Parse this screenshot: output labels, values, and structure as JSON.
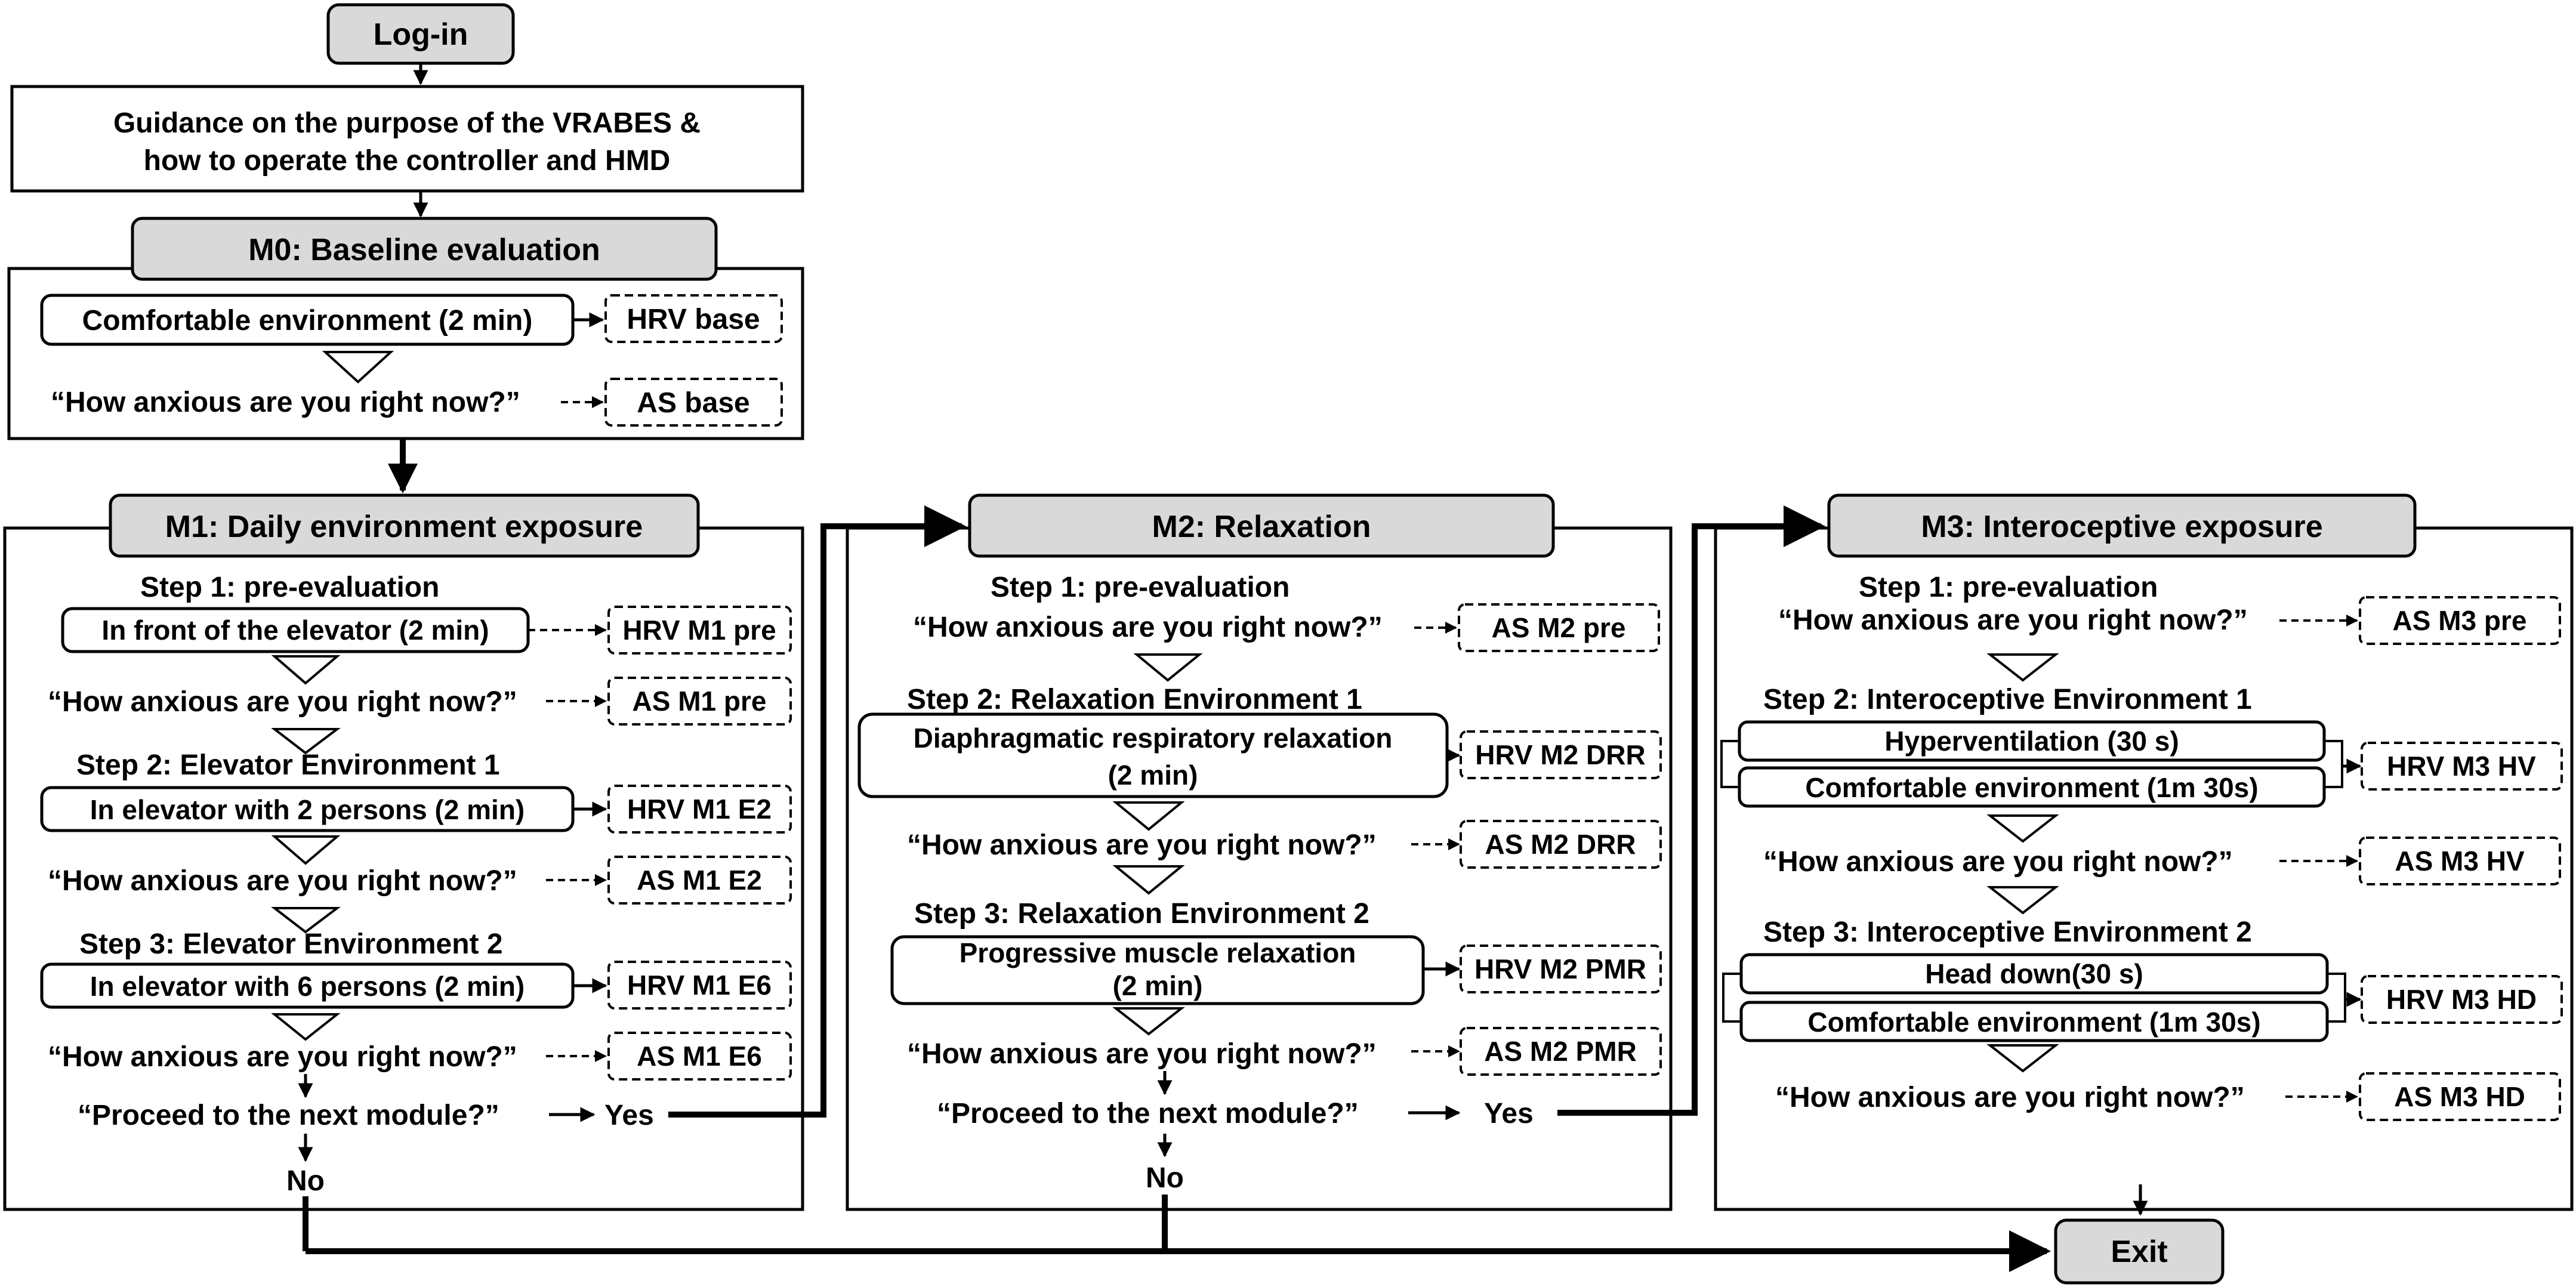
{
  "login": "Log-in",
  "guidance": {
    "line1": "Guidance on the purpose of the VRABES &",
    "line2": "how to operate the controller and HMD"
  },
  "m0": {
    "title": "M0: Baseline evaluation",
    "env": "Comfortable environment (2 min)",
    "hrv": "HRV base",
    "question": "“How anxious are you right now?”",
    "as": "AS base"
  },
  "m1": {
    "title": "M1: Daily environment exposure",
    "step1": "Step 1: pre-evaluation",
    "env1": "In front of the elevator (2 min)",
    "hrv1": "HRV M1 pre",
    "q1": "“How anxious are you right now?”",
    "as1": "AS M1 pre",
    "step2": "Step 2: Elevator Environment 1",
    "env2": "In elevator with 2 persons (2 min)",
    "hrv2": "HRV M1 E2",
    "q2": "“How anxious are you right now?”",
    "as2": "AS M1 E2",
    "step3": "Step 3: Elevator Environment 2",
    "env3": "In elevator with 6 persons (2 min)",
    "hrv3": "HRV M1 E6",
    "q3": "“How anxious are you right now?”",
    "as3": "AS M1 E6",
    "proceed": "“Proceed to the next module?”",
    "yes": "Yes",
    "no": "No"
  },
  "m2": {
    "title": "M2: Relaxation",
    "step1": "Step 1: pre-evaluation",
    "q1": "“How anxious are you right now?”",
    "as1": "AS M2 pre",
    "step2": "Step 2: Relaxation Environment 1",
    "env2_line1": "Diaphragmatic respiratory relaxation",
    "env2_line2": "(2 min)",
    "hrv2": "HRV M2 DRR",
    "q2": "“How anxious are you right now?”",
    "as2": "AS M2 DRR",
    "step3": "Step 3: Relaxation Environment 2",
    "env3_line1": "Progressive muscle relaxation",
    "env3_line2": "(2 min)",
    "hrv3": "HRV M2 PMR",
    "q3": "“How anxious are you right now?”",
    "as3": "AS M2 PMR",
    "proceed": "“Proceed to the next module?”",
    "yes": "Yes",
    "no": "No"
  },
  "m3": {
    "title": "M3: Interoceptive exposure",
    "step1": "Step 1: pre-evaluation",
    "q1": "“How anxious are you right now?”",
    "as1": "AS M3 pre",
    "step2": "Step 2: Interoceptive Environment 1",
    "env2a": "Hyperventilation (30 s)",
    "env2b": "Comfortable environment (1m 30s)",
    "hrv2": "HRV M3 HV",
    "q2": "“How anxious are you right now?”",
    "as2": "AS M3 HV",
    "step3": "Step 3: Interoceptive Environment 2",
    "env3a": "Head down(30 s)",
    "env3b": "Comfortable environment (1m 30s)",
    "hrv3": "HRV M3 HD",
    "q3": "“How anxious are you right now?”",
    "as3": "AS M3 HD"
  },
  "exit": "Exit"
}
